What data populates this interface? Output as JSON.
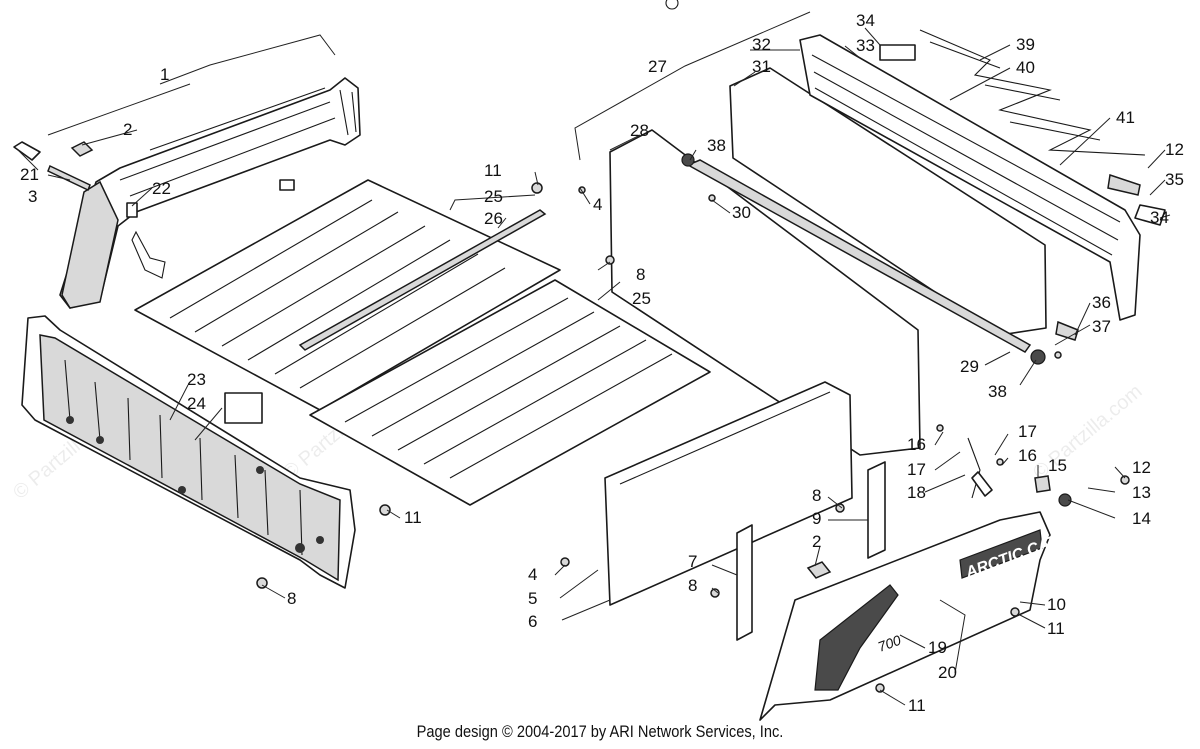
{
  "footer": {
    "copyright": "Page design © 2004-2017 by ARI Network Services, Inc."
  },
  "decal": {
    "brand": "ARCTIC CAT",
    "model": "700"
  },
  "watermark": {
    "text": "© Partzilla.com"
  },
  "labels": {
    "l1": "1",
    "l2a": "2",
    "l2b": "2",
    "l3": "3",
    "l4a": "4",
    "l4b": "4",
    "l5": "5",
    "l6": "6",
    "l7": "7",
    "l8a": "8",
    "l8b": "8",
    "l8c": "8",
    "l8d": "8",
    "l9": "9",
    "l10": "10",
    "l11a": "11",
    "l11b": "11",
    "l11c": "11",
    "l11d": "11",
    "l12a": "12",
    "l12b": "12",
    "l13": "13",
    "l14": "14",
    "l15": "15",
    "l16a": "16",
    "l16b": "16",
    "l17a": "17",
    "l17b": "17",
    "l18": "18",
    "l19": "19",
    "l20": "20",
    "l21": "21",
    "l22": "22",
    "l23": "23",
    "l24": "24",
    "l25a": "25",
    "l25b": "25",
    "l26": "26",
    "l27": "27",
    "l28": "28",
    "l29": "29",
    "l30": "30",
    "l31": "31",
    "l32": "32",
    "l33": "33",
    "l34a": "34",
    "l34b": "34",
    "l35": "35",
    "l36": "36",
    "l37": "37",
    "l38a": "38",
    "l38b": "38",
    "l39": "39",
    "l40": "40",
    "l41": "41"
  }
}
